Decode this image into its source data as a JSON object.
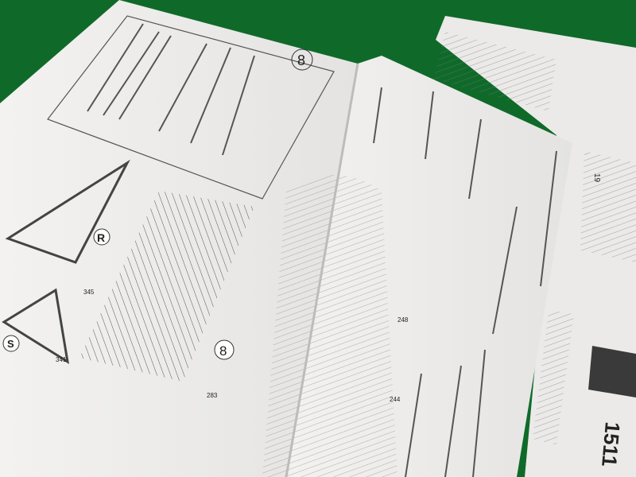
{
  "scene": {
    "background_color": "#0f6a2a",
    "paper_color": "#efeeec",
    "line_color": "#444444"
  },
  "left_page": {
    "step_number": "8",
    "callouts": [
      "R",
      "S"
    ],
    "part_labels": [
      "345",
      "341"
    ]
  },
  "right_page": {
    "step_number": "8",
    "part_labels": [
      "283",
      "248",
      "244"
    ]
  },
  "back_sheet": {
    "page_number": "19",
    "model_number": "1511"
  }
}
